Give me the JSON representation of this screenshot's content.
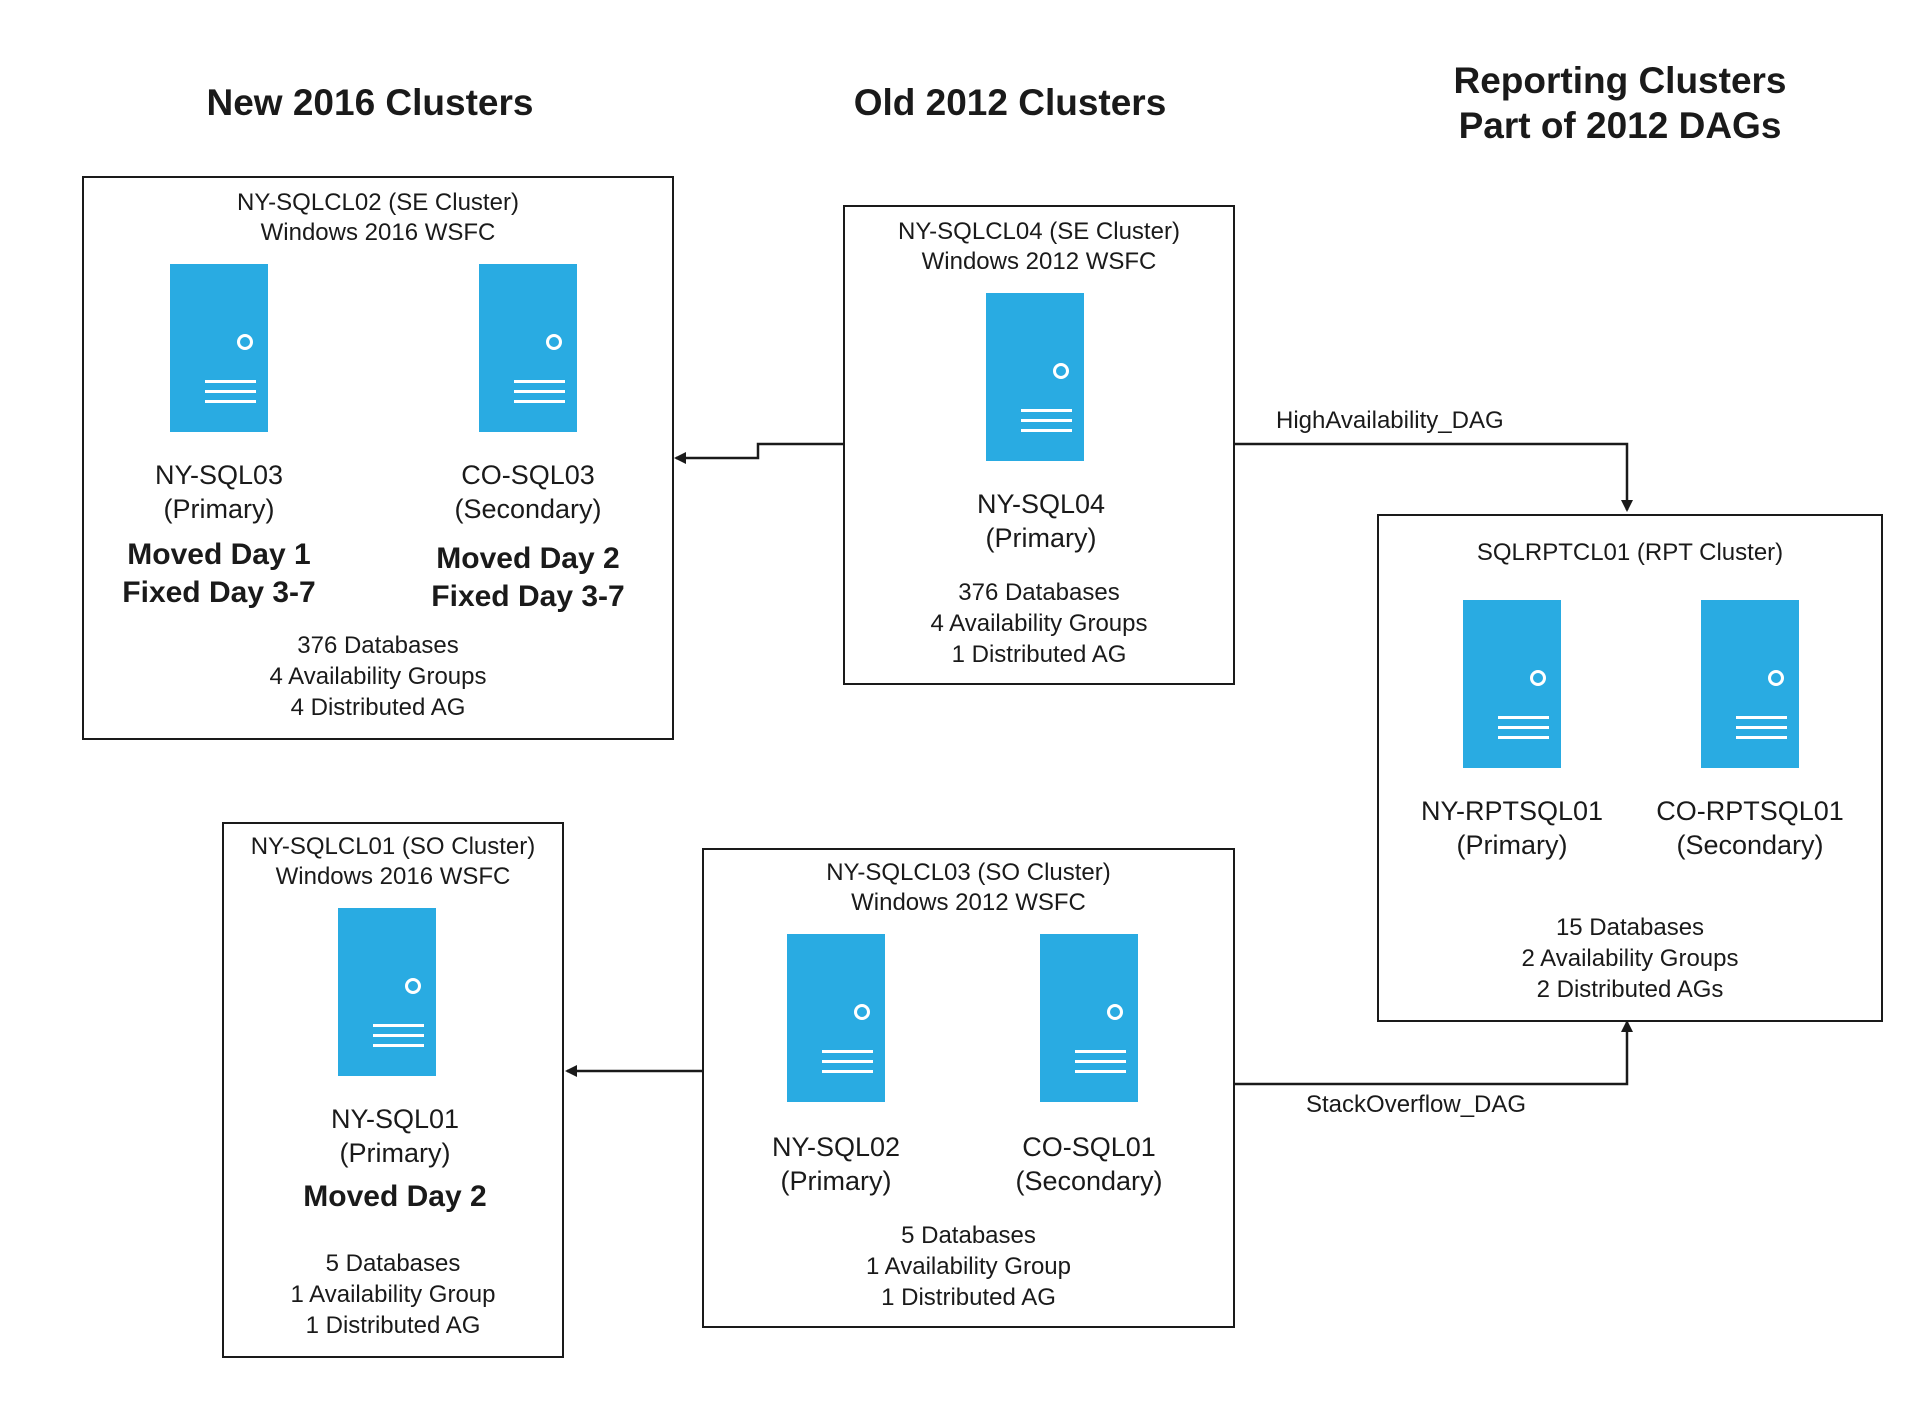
{
  "columns": {
    "new": "New 2016 Clusters",
    "old": "Old 2012 Clusters",
    "reporting_line1": "Reporting Clusters",
    "reporting_line2": "Part of 2012 DAGs"
  },
  "clusters": {
    "cl02": {
      "title": "NY-SQLCL02 (SE Cluster)",
      "os": "Windows 2016 WSFC",
      "servers": [
        {
          "name": "NY-SQL03",
          "role": "(Primary)",
          "note1": "Moved Day 1",
          "note2": "Fixed Day 3-7"
        },
        {
          "name": "CO-SQL03",
          "role": "(Secondary)",
          "note1": "Moved Day 2",
          "note2": "Fixed Day 3-7"
        }
      ],
      "stats": [
        "376 Databases",
        "4 Availability Groups",
        "4 Distributed AG"
      ]
    },
    "cl04": {
      "title": "NY-SQLCL04 (SE Cluster)",
      "os": "Windows 2012 WSFC",
      "servers": [
        {
          "name": "NY-SQL04",
          "role": "(Primary)"
        }
      ],
      "stats": [
        "376 Databases",
        "4 Availability Groups",
        "1 Distributed AG"
      ]
    },
    "rpt": {
      "title": "SQLRPTCL01 (RPT Cluster)",
      "servers": [
        {
          "name": "NY-RPTSQL01",
          "role": "(Primary)"
        },
        {
          "name": "CO-RPTSQL01",
          "role": "(Secondary)"
        }
      ],
      "stats": [
        "15 Databases",
        "2 Availability Groups",
        "2 Distributed AGs"
      ]
    },
    "cl01": {
      "title": "NY-SQLCL01 (SO Cluster)",
      "os": "Windows 2016 WSFC",
      "servers": [
        {
          "name": "NY-SQL01",
          "role": "(Primary)",
          "note1": "Moved Day 2"
        }
      ],
      "stats": [
        "5 Databases",
        "1 Availability Group",
        "1 Distributed AG"
      ]
    },
    "cl03": {
      "title": "NY-SQLCL03 (SO Cluster)",
      "os": "Windows 2012 WSFC",
      "servers": [
        {
          "name": "NY-SQL02",
          "role": "(Primary)"
        },
        {
          "name": "CO-SQL01",
          "role": "(Secondary)"
        }
      ],
      "stats": [
        "5 Databases",
        "1 Availability Group",
        "1 Distributed AG"
      ]
    }
  },
  "links": {
    "ha_dag": "HighAvailability_DAG",
    "so_dag": "StackOverflow_DAG"
  },
  "colors": {
    "server": "#29abe2",
    "line": "#1a1a1a"
  },
  "icons": {
    "server": "server-icon",
    "arrow": "arrow-head-icon"
  }
}
